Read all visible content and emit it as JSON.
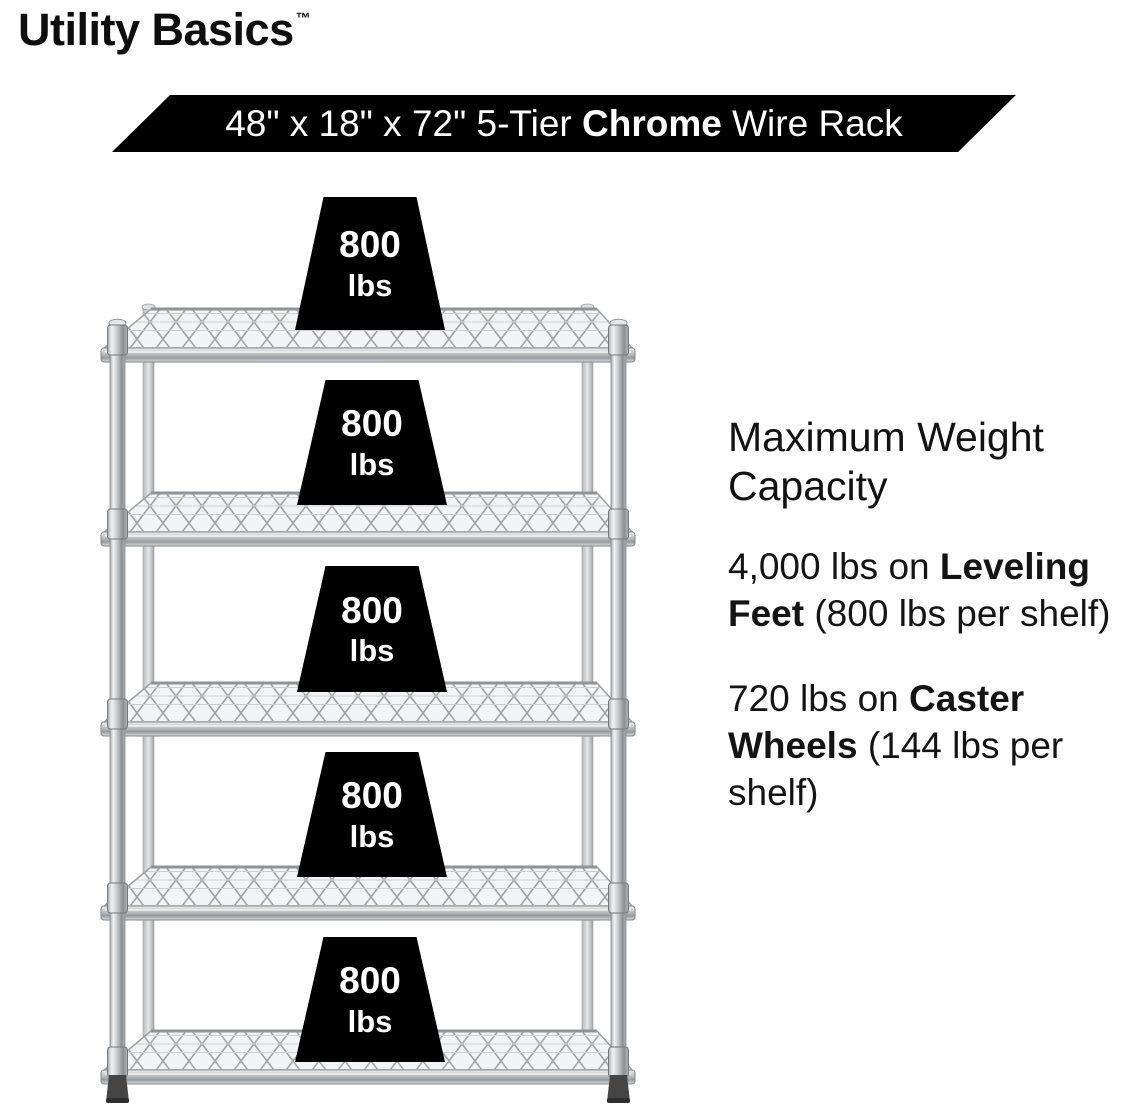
{
  "brand": {
    "name": "Utility Basics",
    "trademark": "™"
  },
  "banner": {
    "text_pre": "48\" x 18\" x 72\" 5-Tier ",
    "text_bold": "Chrome",
    "text_post": " Wire Rack"
  },
  "rack": {
    "badges": [
      {
        "value": "800",
        "unit": "lbs"
      },
      {
        "value": "800",
        "unit": "lbs"
      },
      {
        "value": "800",
        "unit": "lbs"
      },
      {
        "value": "800",
        "unit": "lbs"
      },
      {
        "value": "800",
        "unit": "lbs"
      }
    ]
  },
  "capacity": {
    "heading": "Maximum Weight Capacity",
    "items": [
      {
        "pre": "4,000 lbs on ",
        "bold": "Leveling Feet",
        "post": " (800 lbs per shelf)"
      },
      {
        "pre": "720 lbs on ",
        "bold": "Caster Wheels",
        "post": " (144 lbs per shelf)"
      }
    ]
  },
  "colors": {
    "background": "#ffffff",
    "banner_bg": "#000000",
    "badge_bg": "#000000",
    "text": "#161616",
    "chrome": "#c6c9cb"
  }
}
